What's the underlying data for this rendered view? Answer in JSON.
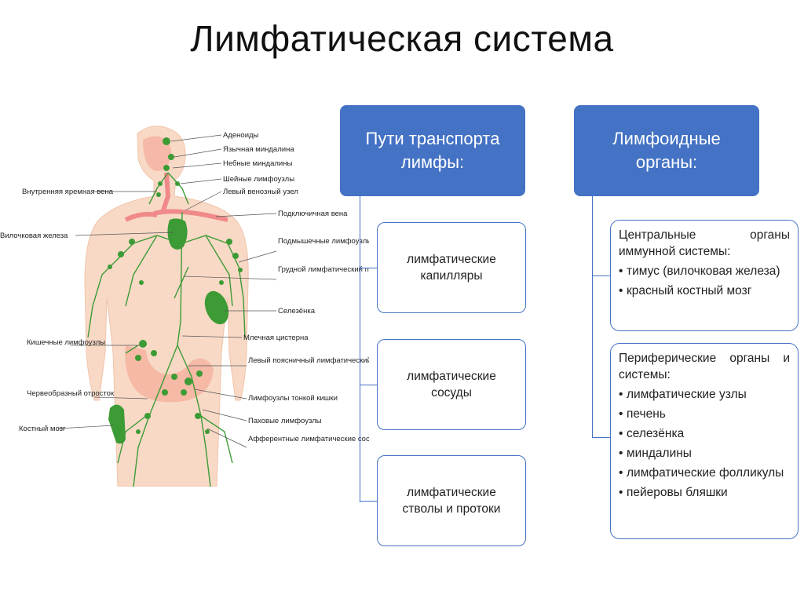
{
  "title": "Лимфатическая система",
  "figure": {
    "labels_left": [
      "Внутренняя яремная вена",
      "Вилочковая железа",
      "Кишечные лимфоузлы",
      "Червеобразный отросток",
      "Костный мозг"
    ],
    "labels_right": [
      "Аденоиды",
      "Язычная миндалина",
      "Небные миндалины",
      "Шейные лимфоузлы",
      "Левый венозный узел",
      "Подключичная вена",
      "Подмышечные лимфоузлы",
      "Грудной лимфатический проток",
      "Селезёнка",
      "Млечная цистерна",
      "Левый поясничный лимфатический ствол",
      "Лимфоузлы тонкой кишки",
      "Паховые лимфоузлы",
      "Афферентные лимфатические сосуды"
    ]
  },
  "transport": {
    "header": "Пути транспорта лимфы:",
    "items": [
      "лимфатические капилляры",
      "лимфатические сосуды",
      "лимфатические стволы и протоки"
    ]
  },
  "organs": {
    "header": "Лимфоидные органы:",
    "central": {
      "head": "Центральные органы иммунной системы:",
      "items": [
        "тимус (вилочковая железа)",
        "красный костный мозг"
      ]
    },
    "peripheral": {
      "head": "Периферические органы и системы:",
      "items": [
        "лимфатические узлы",
        "печень",
        "селезёнка",
        "миндалины",
        "лимфатические фолликулы",
        "пейеровы бляшки"
      ]
    }
  },
  "colors": {
    "accent": "#4472c4",
    "lymph_green": "#3d9b35",
    "vein_red": "#f4a3a3",
    "skin": "#f8d9c6"
  }
}
